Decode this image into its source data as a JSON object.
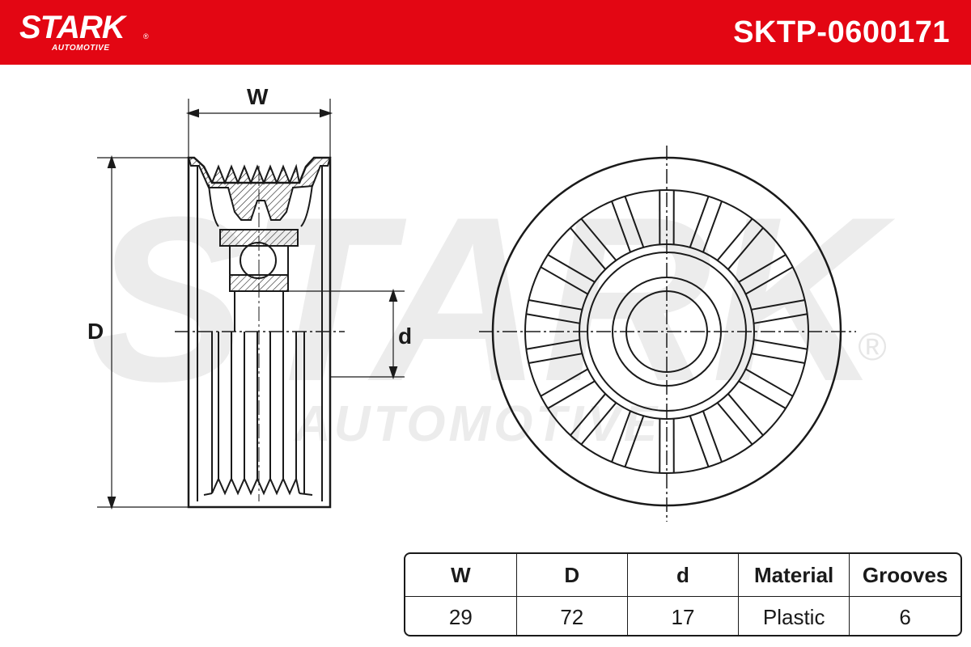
{
  "header": {
    "brand": "STARK",
    "brand_sub": "AUTOMOTIVE",
    "registered_mark": "®",
    "part_number": "SKTP-0600171"
  },
  "watermark": {
    "brand": "STARK",
    "brand_sub": "AUTOMOTIVE",
    "registered_mark": "®"
  },
  "dimensions": {
    "width_label": "W",
    "outer_diameter_label": "D",
    "inner_diameter_label": "d"
  },
  "specs": {
    "headers": [
      "W",
      "D",
      "d",
      "Material",
      "Grooves"
    ],
    "values": [
      "29",
      "72",
      "17",
      "Plastic",
      "6"
    ]
  },
  "colors": {
    "brand_red": "#e30613",
    "line": "#1a1a1a",
    "watermark": "#ececec"
  }
}
